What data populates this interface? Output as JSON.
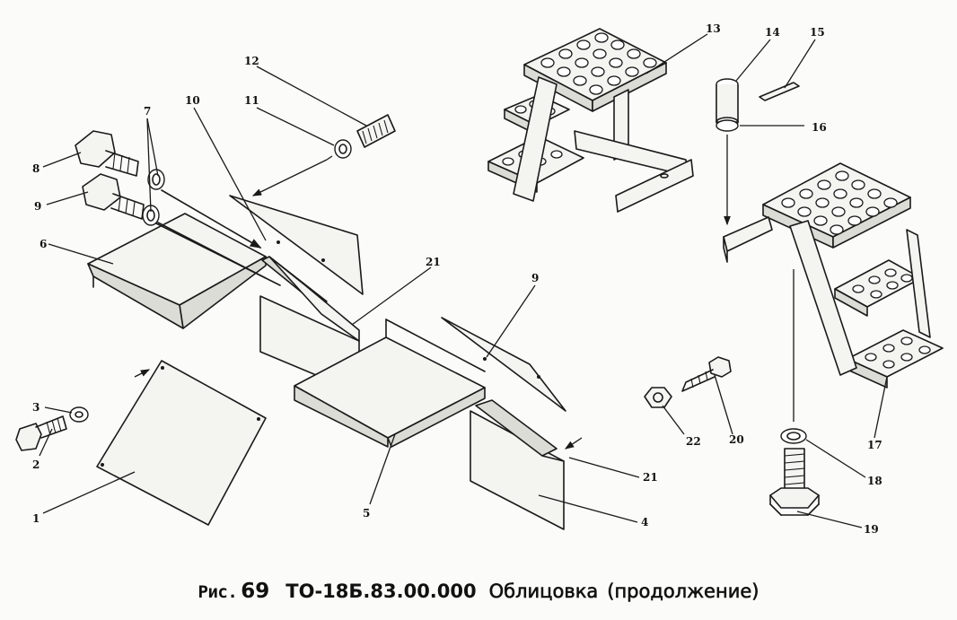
{
  "caption": {
    "fig_prefix": "Рис.",
    "fig_number": "69",
    "code": "ТО-18Б.83.00.000",
    "title": "Облицовка",
    "note": "(продолжение)"
  },
  "callouts": [
    "1",
    "2",
    "3",
    "4",
    "5",
    "6",
    "7",
    "8",
    "9",
    "9",
    "10",
    "11",
    "12",
    "13",
    "14",
    "15",
    "16",
    "17",
    "18",
    "19",
    "20",
    "21",
    "21",
    "22"
  ]
}
